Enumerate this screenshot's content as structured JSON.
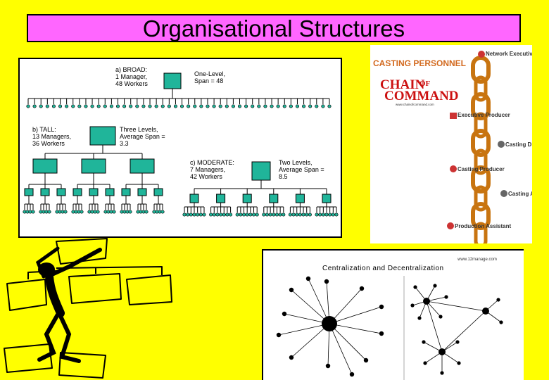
{
  "slide": {
    "title": "Organisational Structures"
  },
  "org_chart": {
    "broad": {
      "label_lines": [
        "a) BROAD:",
        "1 Manager,",
        "48 Workers"
      ],
      "note_lines": [
        "One-Level,",
        "Span = 48"
      ]
    },
    "tall": {
      "label_lines": [
        "b) TALL:",
        "13 Managers,",
        "36 Workers"
      ],
      "note_lines": [
        "Three Levels,",
        "Average Span =",
        "3.3"
      ]
    },
    "moderate": {
      "label_lines": [
        "c) MODERATE:",
        "7 Managers,",
        "42 Workers"
      ],
      "note_lines": [
        "Two Levels,",
        "Average Span =",
        "8.5"
      ]
    },
    "colors": {
      "box": "#20b59a",
      "line": "#000000"
    }
  },
  "chain": {
    "header": "CASTING PERSONNEL",
    "logo_lines": [
      "CHAIN",
      "OF",
      "COMMAND"
    ],
    "logo_url": "www.chainofcommand.com",
    "roles": [
      "Network Executive",
      "Executive Producer",
      "Casting Director",
      "Casting Producer",
      "Casting Assistant",
      "Production Assistant"
    ],
    "colors": {
      "link": "#c87410",
      "header": "#d2691e",
      "logo": "#cc1111"
    }
  },
  "centralization": {
    "title": "Centralization and Decentralization",
    "site": "www.12manage.com"
  }
}
